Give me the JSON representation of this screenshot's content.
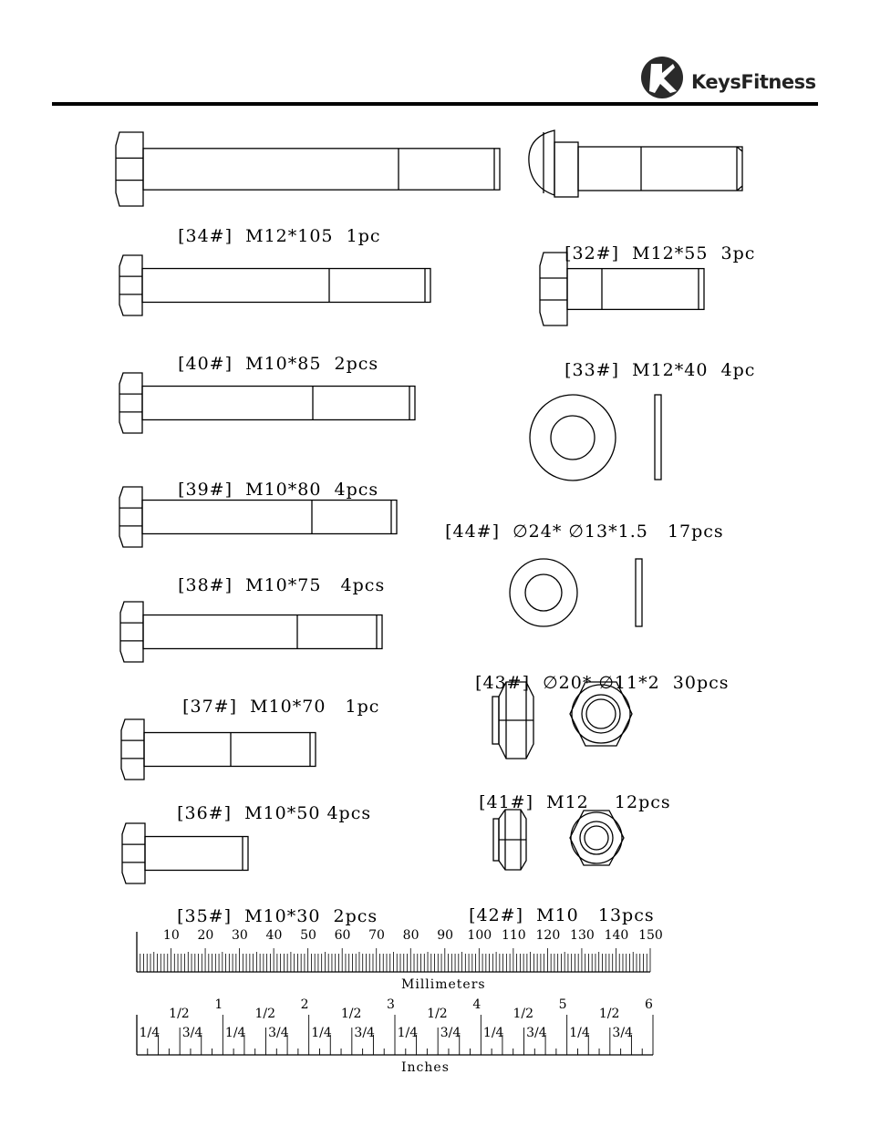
{
  "brand": {
    "name": "KeysFitness"
  },
  "parts": {
    "p34": {
      "id": "[34#]",
      "size": "M12*105",
      "qty": "1pc"
    },
    "p40": {
      "id": "[40#]",
      "size": "M10*85",
      "qty": "2pcs"
    },
    "p39": {
      "id": "[39#]",
      "size": "M10*80",
      "qty": "4pcs"
    },
    "p38": {
      "id": "[38#]",
      "size": "M10*75",
      "qty": "4pcs"
    },
    "p37": {
      "id": "[37#]",
      "size": "M10*70",
      "qty": "1pc"
    },
    "p36": {
      "id": "[36#]",
      "size": "M10*50",
      "qty": "4pcs"
    },
    "p35": {
      "id": "[35#]",
      "size": "M10*30",
      "qty": "2pcs"
    },
    "p32": {
      "id": "[32#]",
      "size": "M12*55",
      "qty": "3pc"
    },
    "p33": {
      "id": "[33#]",
      "size": "M12*40",
      "qty": "4pc"
    },
    "p44": {
      "id": "[44#]",
      "size": "∅24* ∅13*1.5",
      "qty": "17pcs"
    },
    "p43": {
      "id": "[43#]",
      "size": "∅20* ∅11*2",
      "qty": "30pcs"
    },
    "p41": {
      "id": "[41#]",
      "size": "M12",
      "qty": "12pcs"
    },
    "p42": {
      "id": "[42#]",
      "size": "M10",
      "qty": "13pcs"
    }
  },
  "ruler_mm": {
    "title": "Millimeters",
    "labels": [
      "10",
      "20",
      "30",
      "40",
      "50",
      "60",
      "70",
      "80",
      "90",
      "100",
      "110",
      "120",
      "130",
      "140",
      "150"
    ]
  },
  "ruler_in": {
    "title": "Inches",
    "whole": [
      "1",
      "2",
      "3",
      "4",
      "5",
      "6"
    ],
    "half": "1/2",
    "quarter": "1/4",
    "three_quarter": "3/4"
  }
}
